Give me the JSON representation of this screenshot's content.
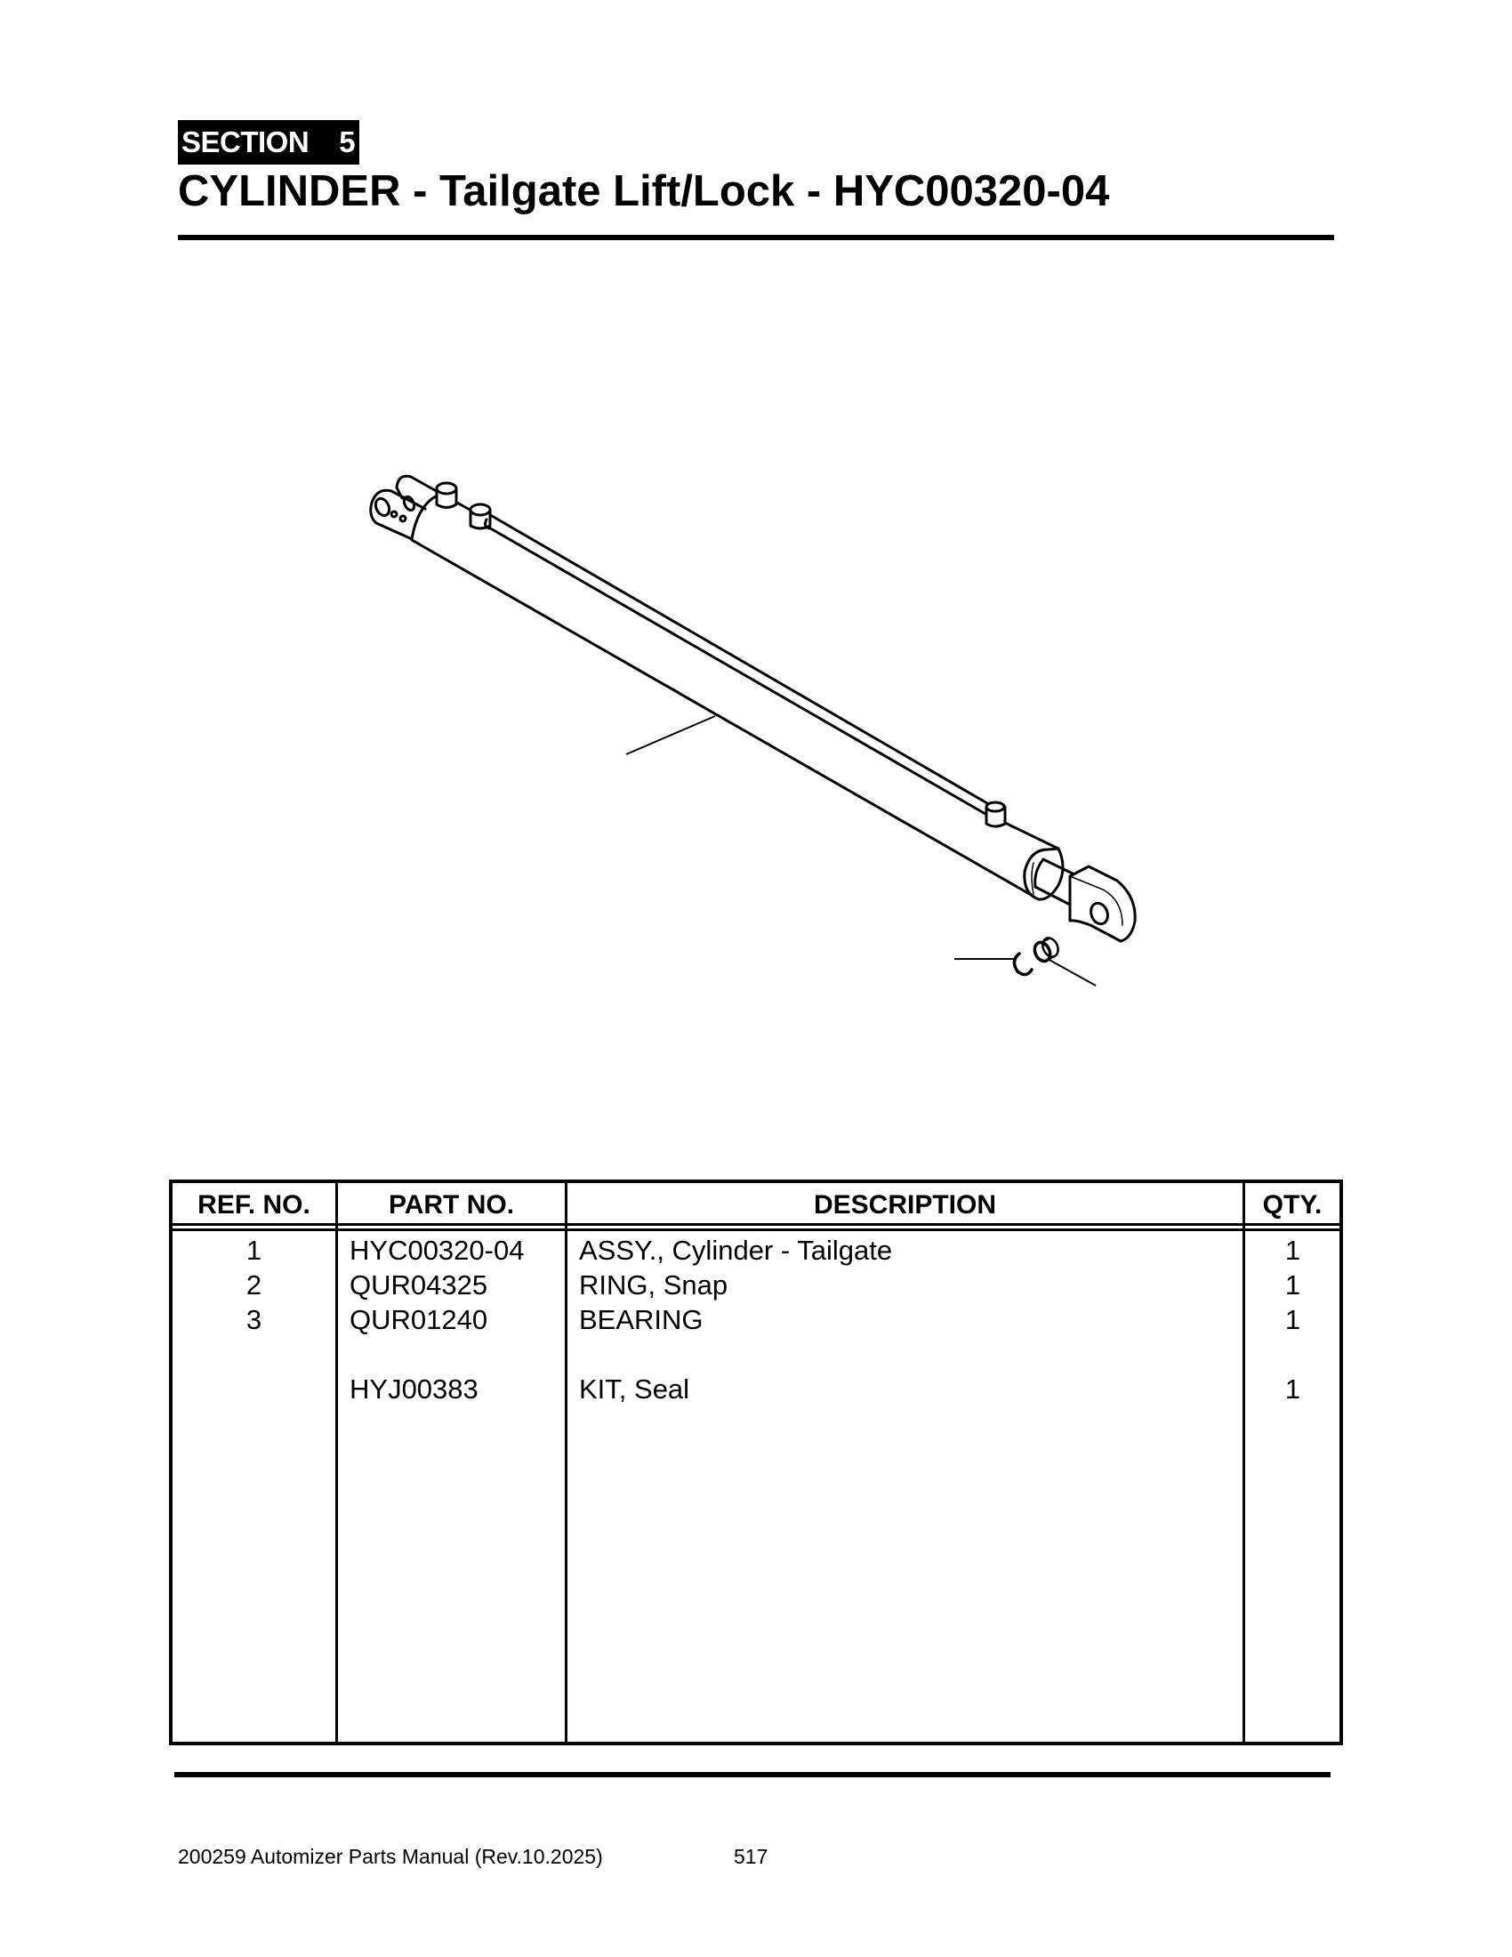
{
  "header": {
    "section_label": "SECTION",
    "section_number": "5",
    "title": "CYLINDER - Tailgate Lift/Lock - HYC00320-04"
  },
  "drawing": {
    "subject": "Hydraulic cylinder exploded view",
    "callouts": [
      "assembly-leader",
      "snap-ring-leader",
      "bearing-leader"
    ]
  },
  "table": {
    "columns": [
      "REF. NO.",
      "PART NO.",
      "DESCRIPTION",
      "QTY."
    ],
    "rows": [
      {
        "ref": "1",
        "part": "HYC00320-04",
        "desc": "ASSY., Cylinder - Tailgate",
        "qty": "1"
      },
      {
        "ref": "2",
        "part": "QUR04325",
        "desc": "RING, Snap",
        "qty": "1"
      },
      {
        "ref": "3",
        "part": "QUR01240",
        "desc": "BEARING",
        "qty": "1"
      },
      {
        "ref": "",
        "part": "",
        "desc": "",
        "qty": ""
      },
      {
        "ref": "",
        "part": "HYJ00383",
        "desc": "KIT, Seal",
        "qty": "1"
      }
    ]
  },
  "footer": {
    "manual": "200259 Automizer Parts Manual (Rev.10.2025)",
    "page": "517"
  }
}
